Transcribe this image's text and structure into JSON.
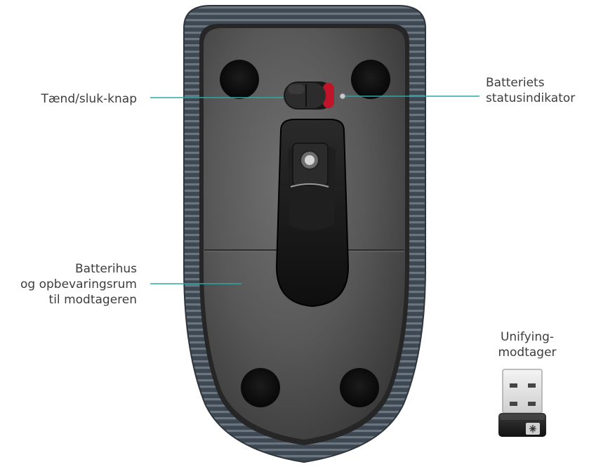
{
  "callouts": {
    "power_switch": {
      "lines": [
        "Tænd/sluk-knap"
      ]
    },
    "battery_indicator": {
      "lines": [
        "Batteriets",
        "statusindikator"
      ]
    },
    "battery_compartment": {
      "lines": [
        "Batterihus",
        "og opbevaringsrum",
        "til modtageren"
      ]
    },
    "unifying_receiver": {
      "lines": [
        "Unifying-",
        "modtager"
      ]
    }
  },
  "colors": {
    "leader_line": "#2aa8a8",
    "mouse_rim": "#3c4752",
    "mouse_body": "#4a4a4a",
    "power_switch_indicator": "#c0142a",
    "text": "#3d3d3d"
  }
}
